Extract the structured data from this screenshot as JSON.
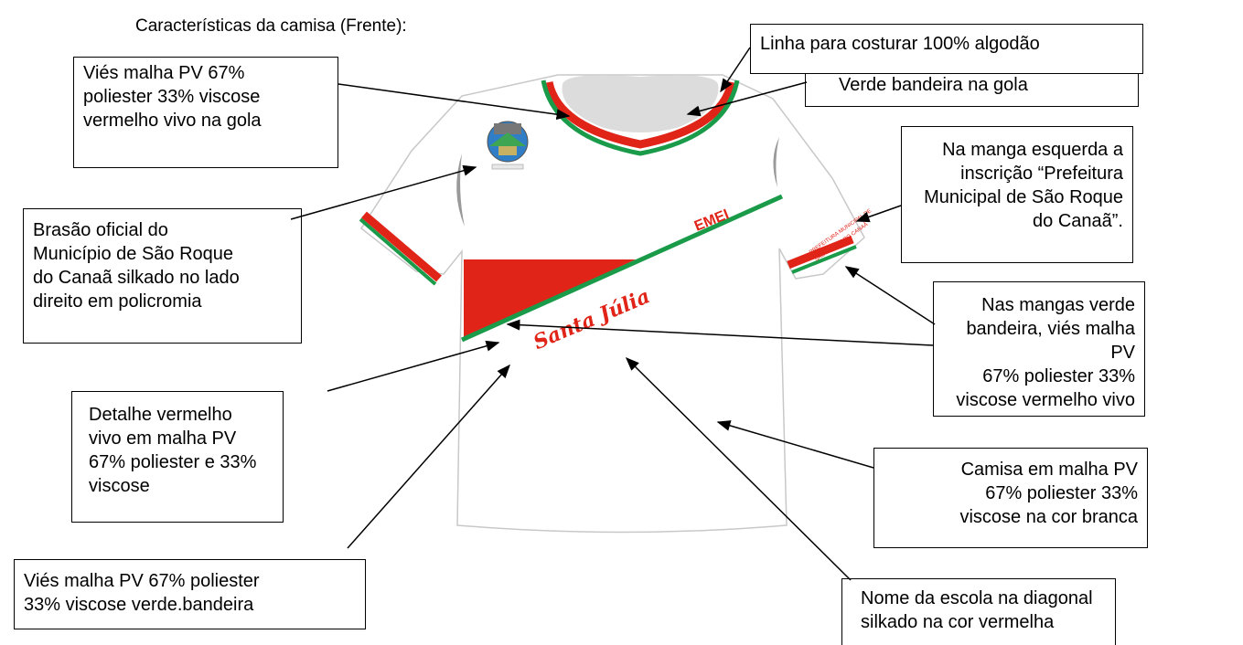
{
  "title": "Características da camisa (Frente):",
  "shirt": {
    "school_label": "EMEI",
    "school_name": "Santa Júlia",
    "sleeve_text_line1": "PREFEITURA MUNICIPAL DE",
    "sleeve_text_line2": "SÃO ROQUE DO CANAÃ",
    "colors": {
      "green": "#1a9b4a",
      "red": "#e02418",
      "gray": "#dcdcdc",
      "outline": "#c8c8c8"
    }
  },
  "annotations": {
    "thread": "Linha para costurar 100% algodão",
    "collar_green": "Verde bandeira na gola",
    "collar_red": "Viés malha PV 67%\npoliester 33% viscose\nvermelho vivo na gola",
    "left_sleeve": "Na manga esquerda a\ninscrição “Prefeitura\nMunicipal de São Roque\ndo Canaã”.",
    "crest": "Brasão oficial do\nMunicípio de São Roque\ndo Canaã silkado no lado\ndireito em policromia",
    "sleeves_green": "Nas mangas verde\nbandeira, viés malha PV\n67% poliester 33%\nviscose vermelho vivo",
    "red_detail": "Detalhe vermelho\nvivo em malha PV\n67% poliester e 33%\nviscose",
    "shirt_fabric": "Camisa em malha PV\n67% poliester 33%\nviscose na cor branca",
    "green_bias": "Viés malha PV 67% poliester\n33% viscose verde.bandeira",
    "school_name_note": "Nome da escola na diagonal\nsilkado na cor vermelha"
  }
}
